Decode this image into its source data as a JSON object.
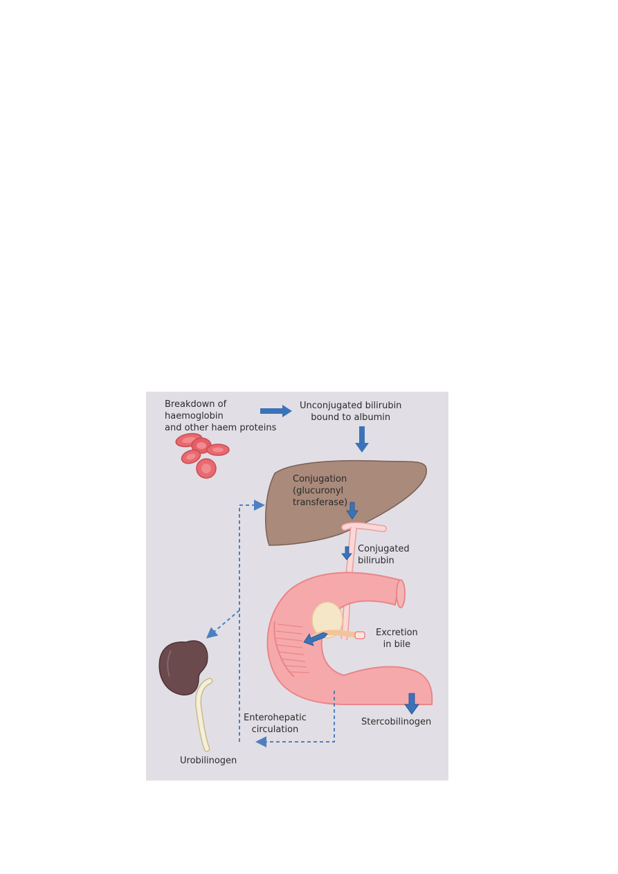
{
  "diagram": {
    "background_color": "#e1dfe5",
    "arrow_color": "#3b73b9",
    "liver_color": "#a98a7b",
    "intestine_color": "#f6a9aa",
    "kidney_color": "#6b4a4e",
    "labels": {
      "breakdown": "Breakdown of\nhaemoglobin\nand other haem proteins",
      "unconjugated": "Unconjugated bilirubin\nbound to albumin",
      "conjugation": "Conjugation\n(glucuronyl\ntransferase)",
      "conjugated": "Conjugated\nbilirubin",
      "excretion": "Excretion\nin bile",
      "enterohepatic": "Enterohepatic\ncirculation",
      "stercobilinogen": "Stercobilinogen",
      "urobilinogen": "Urobilinogen"
    }
  }
}
